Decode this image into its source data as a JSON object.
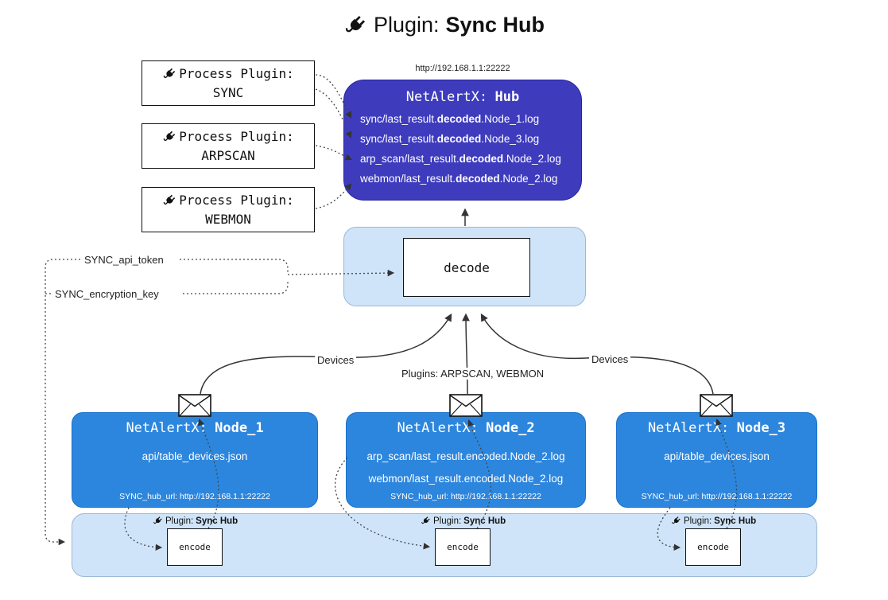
{
  "title": {
    "label": "Plugin:",
    "name": "Sync Hub"
  },
  "process_plugins": [
    {
      "label": "Process Plugin:",
      "name": "SYNC"
    },
    {
      "label": "Process Plugin:",
      "name": "ARPSCAN"
    },
    {
      "label": "Process Plugin:",
      "name": "WEBMON"
    }
  ],
  "hub": {
    "url": "http://192.168.1.1:22222",
    "title_label": "NetAlertX:",
    "title_name": "Hub",
    "logs": [
      {
        "pre": "sync/last_result.",
        "bold": "decoded",
        "post": ".Node_1.log"
      },
      {
        "pre": "sync/last_result.",
        "bold": "decoded",
        "post": ".Node_3.log"
      },
      {
        "pre": "arp_scan/last_result.",
        "bold": "decoded",
        "post": ".Node_2.log"
      },
      {
        "pre": "webmon/last_result.",
        "bold": "decoded",
        "post": ".Node_2.log"
      }
    ]
  },
  "decode": {
    "label": "decode"
  },
  "secrets": {
    "api_token": "SYNC_api_token",
    "encryption_key": "SYNC_encryption_key"
  },
  "edges": {
    "left": "Devices",
    "center": "Plugins: ARPSCAN, WEBMON",
    "right": "Devices"
  },
  "nodes": [
    {
      "title_label": "NetAlertX:",
      "title_name": "Node_1",
      "lines": [
        "api/table_devices.json"
      ],
      "footer": "SYNC_hub_url: http://192.168.1.1:22222"
    },
    {
      "title_label": "NetAlertX:",
      "title_name": "Node_2",
      "lines": [
        "arp_scan/last_result.encoded.Node_2.log",
        "webmon/last_result.encoded.Node_2.log"
      ],
      "footer": "SYNC_hub_url: http://192.168.1.1:22222"
    },
    {
      "title_label": "NetAlertX:",
      "title_name": "Node_3",
      "lines": [
        "api/table_devices.json"
      ],
      "footer": "SYNC_hub_url: http://192.168.1.1:22222"
    }
  ],
  "encoders": [
    {
      "plugin_label": "Plugin:",
      "plugin_name": "Sync Hub",
      "box": "encode"
    },
    {
      "plugin_label": "Plugin:",
      "plugin_name": "Sync Hub",
      "box": "encode"
    },
    {
      "plugin_label": "Plugin:",
      "plugin_name": "Sync Hub",
      "box": "encode"
    }
  ],
  "colors": {
    "hub_bg": "#3e3cbd",
    "node_bg": "#2d86dd",
    "container_bg": "#cfe4f8"
  }
}
